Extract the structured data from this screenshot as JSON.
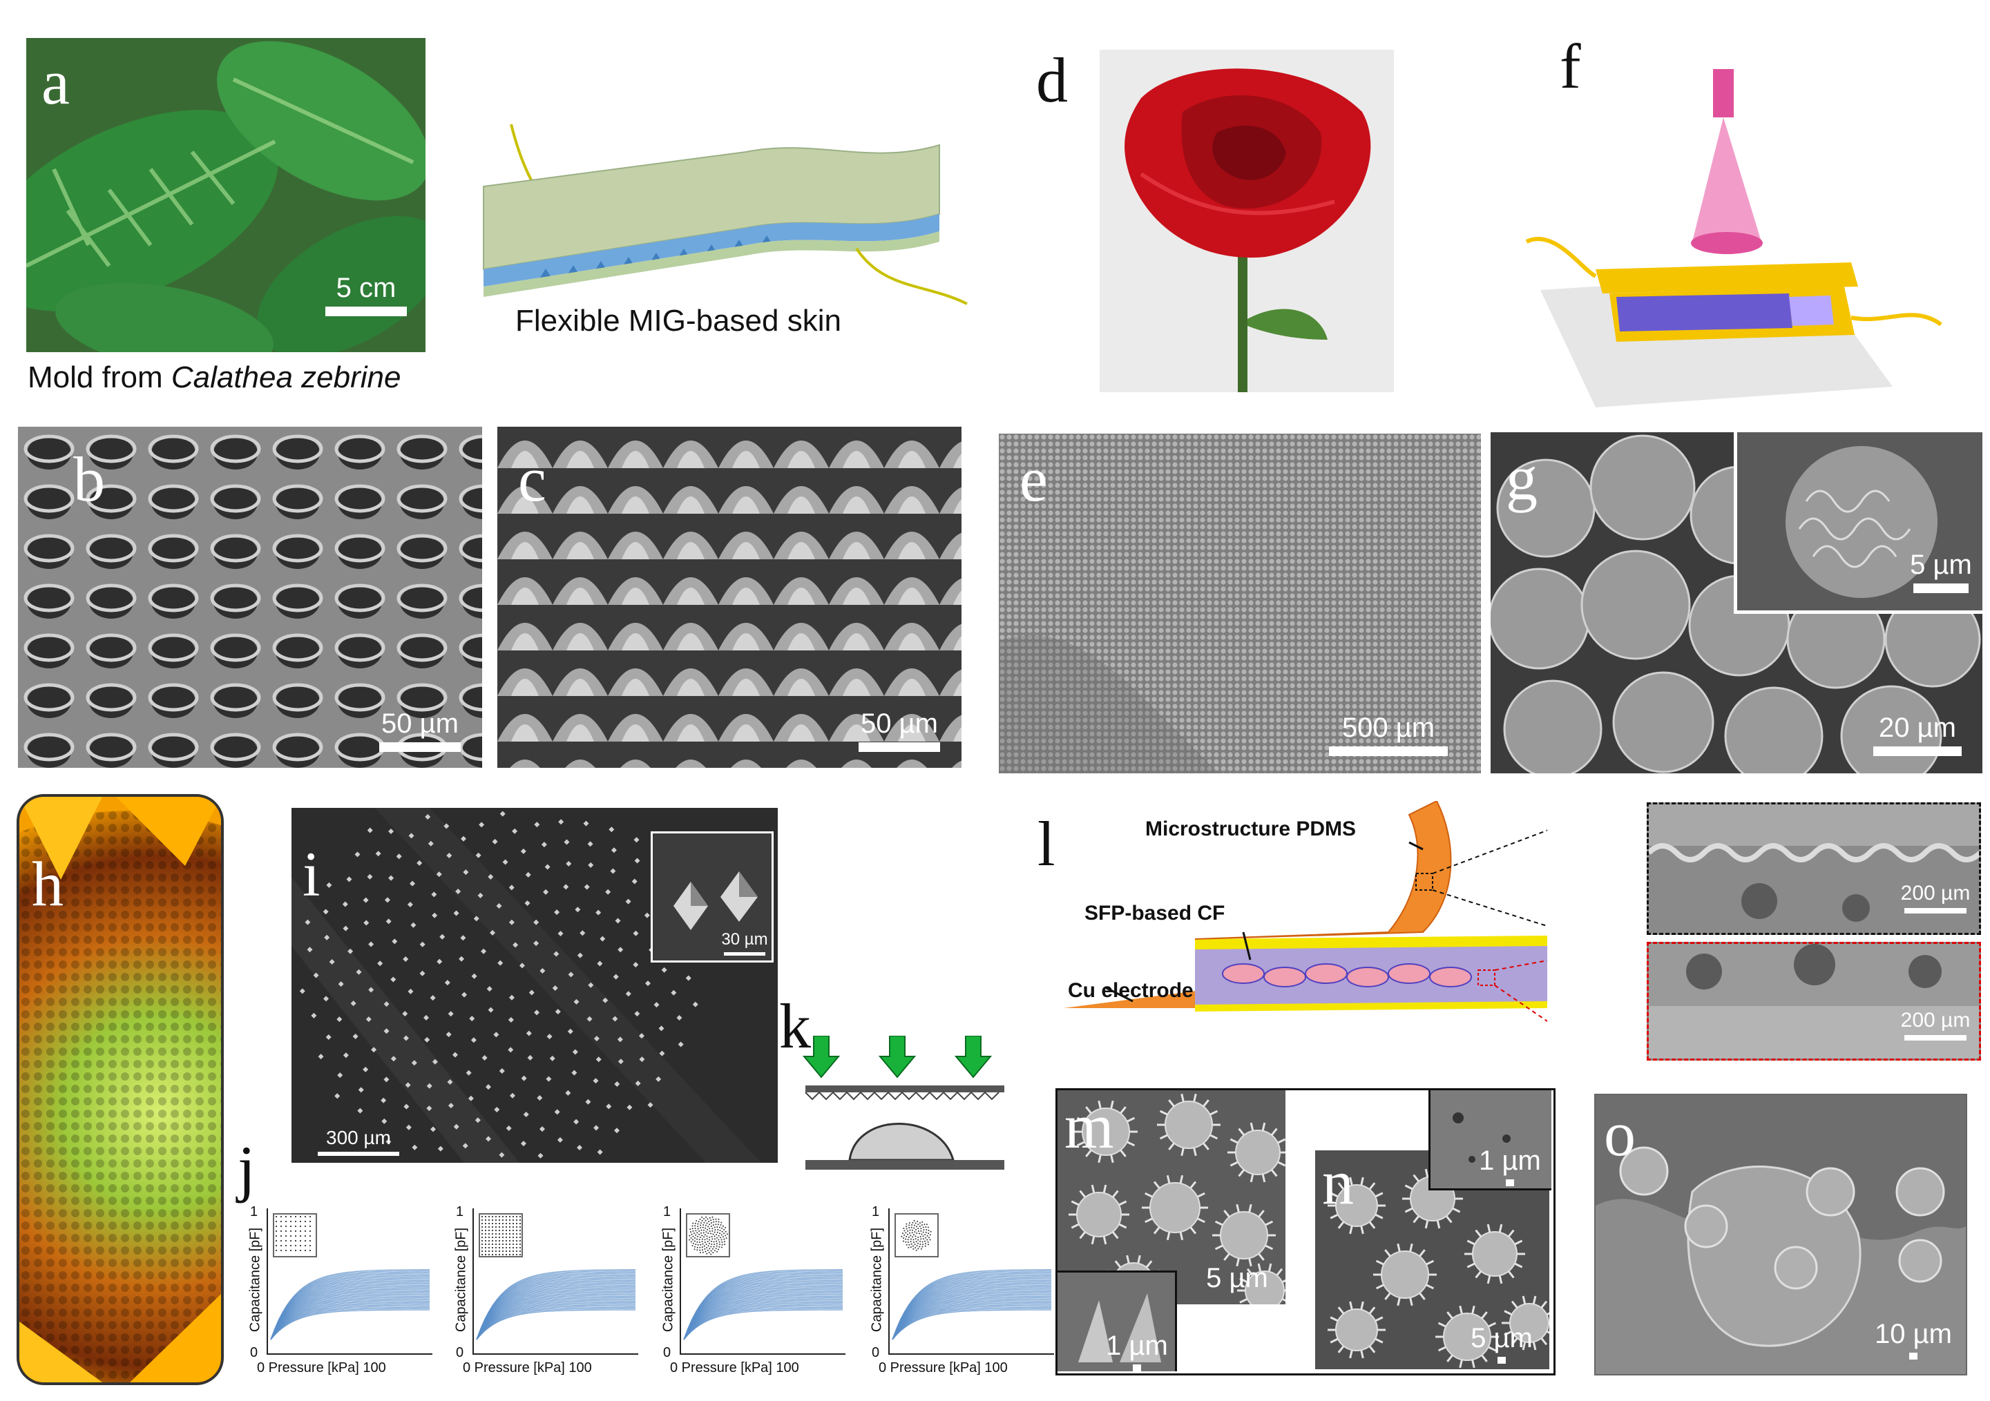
{
  "panels": {
    "a": {
      "letter": "a",
      "scale": "5 cm",
      "mold_caption_prefix": "Mold from ",
      "mold_caption_species": "Calathea zebrine",
      "skin_caption": "Flexible MIG-based skin"
    },
    "b": {
      "letter": "b",
      "scale": "50 µm"
    },
    "c": {
      "letter": "c",
      "scale": "50 µm"
    },
    "d": {
      "letter": "d"
    },
    "e": {
      "letter": "e",
      "scale": "500 µm"
    },
    "f": {
      "letter": "f"
    },
    "g": {
      "letter": "g",
      "scale": "20 µm",
      "inset_scale": "5 µm"
    },
    "h": {
      "letter": "h"
    },
    "i": {
      "letter": "i",
      "scale": "300 µm",
      "inset_scale": "30 µm"
    },
    "j": {
      "letter": "j",
      "plots": [
        {
          "y_label": "Capacitance [pF]",
          "y_max": "1",
          "y_min": "0",
          "x_label": "0 Pressure [kPa] 100"
        },
        {
          "y_label": "Capacitance [pF]",
          "y_max": "1",
          "y_min": "0",
          "x_label": "0 Pressure [kPa] 100"
        },
        {
          "y_label": "Capacitance [pF]",
          "y_max": "1",
          "y_min": "0",
          "x_label": "0 Pressure [kPa] 100"
        },
        {
          "y_label": "Capacitance [pF]",
          "y_max": "1",
          "y_min": "0",
          "x_label": "0 Pressure [kPa] 100"
        }
      ]
    },
    "k": {
      "letter": "k"
    },
    "l": {
      "letter": "l",
      "label_pdms": "Microstructure PDMS",
      "label_sfp": "SFP-based CF",
      "label_cu": "Cu electrode",
      "scale_top": "200 µm",
      "scale_bottom": "200 µm"
    },
    "m": {
      "letter": "m",
      "scale": "5 µm",
      "inset_scale": "1 µm"
    },
    "n": {
      "letter": "n",
      "scale": "5 µm",
      "inset_scale": "1 µm"
    },
    "o": {
      "letter": "o",
      "scale": "10 µm"
    }
  },
  "colors": {
    "leaf_green": "#2f8a3a",
    "rose_red": "#c8101a",
    "pink_beam": "#e0509a",
    "gold": "#f5c400",
    "pdms_orange": "#f08a2a",
    "curve_blue": "#5b8fc9",
    "arrow_green": "#18b23a"
  }
}
